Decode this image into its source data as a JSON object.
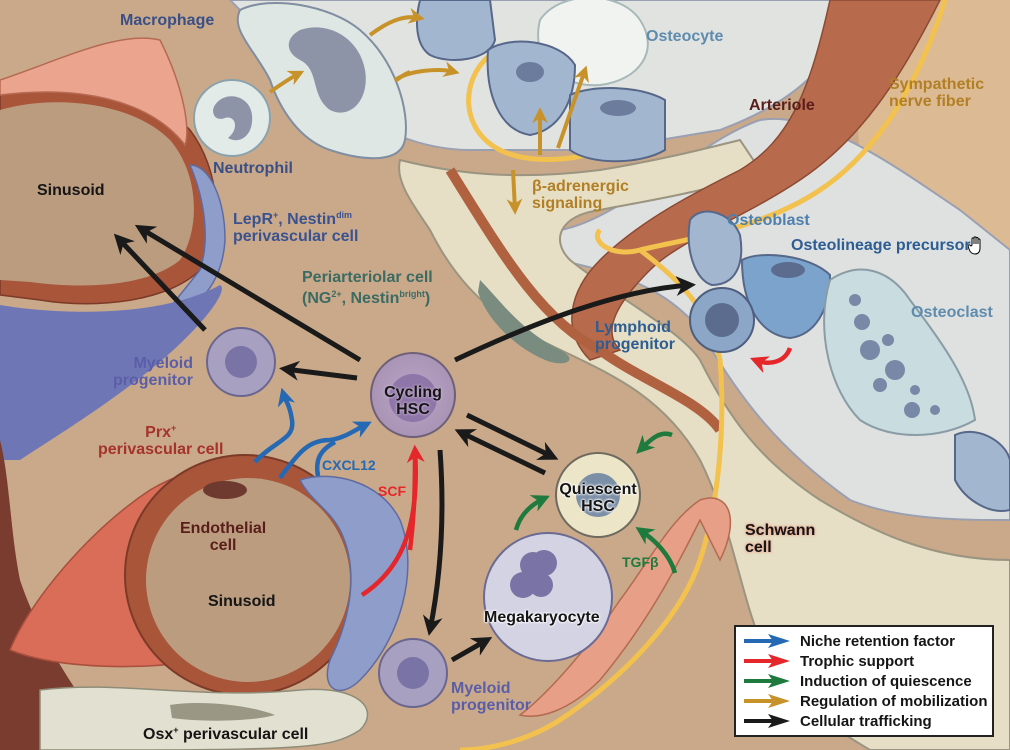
{
  "figure": {
    "title": "Bone marrow hematopoietic stem cell niche",
    "labels": {
      "macrophage": "Macrophage",
      "neutrophil": "Neutrophil",
      "osteocyte": "Osteocyte",
      "arteriole": "Arteriole",
      "sympathetic_nerve_fiber": [
        "Sympathetic",
        "nerve fiber"
      ],
      "sinusoid_top": "Sinusoid",
      "beta_adrenergic": [
        "β-adrenergic",
        "signaling"
      ],
      "lepr_cell": {
        "line1_main": "LepR",
        "line1_sup": "+",
        "line1_mid": ", Nestin",
        "line1_sup2": "dim",
        "line2": "perivascular cell"
      },
      "periarteriolar_cell": {
        "line1": "Periarteriolar cell",
        "line2_open": "(NG",
        "line2_sup": "2+",
        "line2_mid": ", Nestin",
        "line2_sup2": "bright",
        "line2_close": ")"
      },
      "osteoblast": "Osteoblast",
      "osteolineage_precursor": "Osteolineage precursor",
      "osteoclast": "Osteoclast",
      "lymphoid_progenitor": [
        "Lymphoid",
        "progenitor"
      ],
      "myeloid_progenitor_left": [
        "Myeloid",
        "progenitor"
      ],
      "cycling_hsc": [
        "Cycling",
        "HSC"
      ],
      "prx_cell": {
        "line1_main": "Prx",
        "line1_sup": "+",
        "line2": "perivascular cell"
      },
      "cxcl12": "CXCL12",
      "scf": "SCF",
      "quiescent_hsc": [
        "Quiescent",
        "HSC"
      ],
      "endothelial_cell": [
        "Endothelial",
        "cell"
      ],
      "sinusoid_bottom": "Sinusoid",
      "schwann_cell": [
        "Schwann",
        "cell"
      ],
      "tgfb": "TGFβ",
      "megakaryocyte": "Megakaryocyte",
      "myeloid_progenitor_bottom": [
        "Myeloid",
        "progenitor"
      ],
      "osx_cell": {
        "main": "Osx",
        "sup": "+",
        "rest": " perivascular cell"
      }
    }
  },
  "legend": {
    "items": [
      {
        "label": "Niche retention factor",
        "color": "#2569b4"
      },
      {
        "label": "Trophic support",
        "color": "#e5262a"
      },
      {
        "label": "Induction of quiescence",
        "color": "#1f7a3d"
      },
      {
        "label": "Regulation of mobilization",
        "color": "#c8922a"
      },
      {
        "label": "Cellular trafficking",
        "color": "#1a1a1a"
      }
    ]
  },
  "colors": {
    "marrow": "#c9a98a",
    "bone": "#e3e5e3",
    "endosteum": "#e6dfc5",
    "vessel_wall": "#a8553a",
    "arteriole": "#b86a4c",
    "nerve": "#f2c14e",
    "perivascular_blue": "#8f9dcb",
    "prx_pink": "#e89a83",
    "osteoblast": "#9fb4cc"
  }
}
